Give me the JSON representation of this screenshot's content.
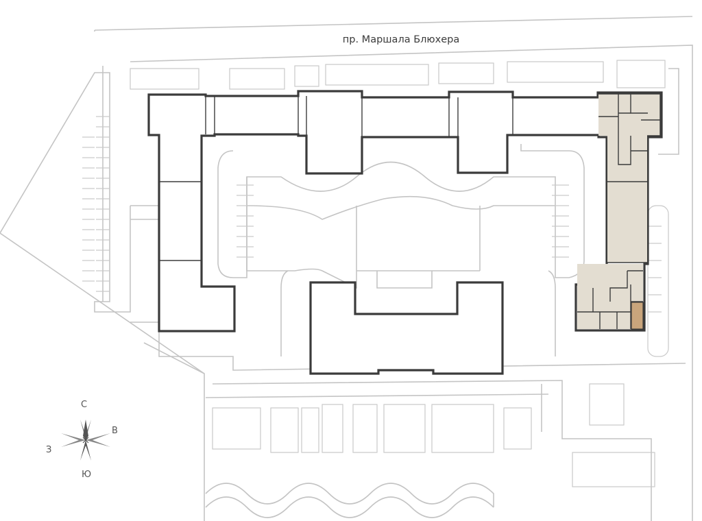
{
  "map": {
    "street_name": "пр. Маршала Блюхера",
    "compass": {
      "north": "С",
      "east": "В",
      "south": "Ю",
      "west": "З"
    },
    "colors": {
      "building_outline": "#3b3b3b",
      "road_outline": "#c4c4c4",
      "section_fill": "#e3ddd1",
      "selected_apartment": "#c9a57c"
    }
  }
}
